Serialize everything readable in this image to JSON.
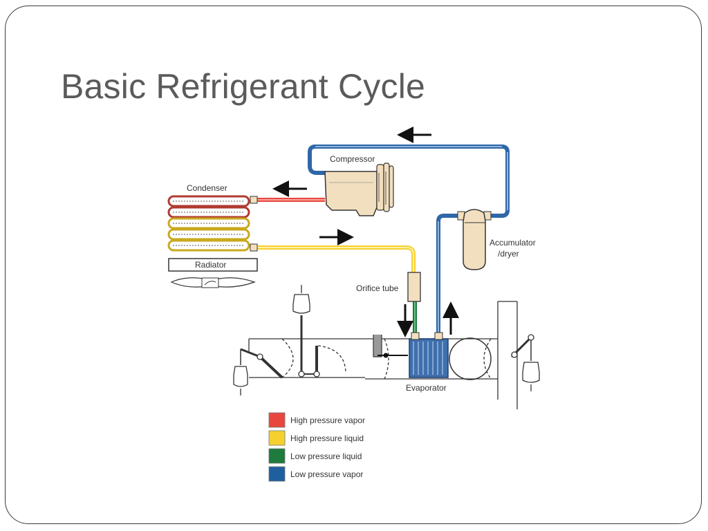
{
  "slide": {
    "title": "Basic Refrigerant Cycle"
  },
  "diagram": {
    "labels": {
      "compressor": "Compressor",
      "condenser": "Condenser",
      "radiator": "Radiator",
      "orifice_tube": "Orifice tube",
      "accumulator_line1": "Accumulator",
      "accumulator_line2": "/dryer",
      "evaporator": "Evaporator"
    },
    "colors": {
      "high_pressure_vapor": "#e8473f",
      "high_pressure_liquid": "#f6d02f",
      "low_pressure_liquid": "#1f7a3e",
      "low_pressure_vapor": "#2f67a8",
      "component_fill": "#f2dfbf"
    }
  },
  "legend": {
    "items": [
      {
        "label": "High pressure vapor",
        "color": "#e8473f"
      },
      {
        "label": "High pressure liquid",
        "color": "#f6d02f"
      },
      {
        "label": "Low pressure liquid",
        "color": "#1f7a3e"
      },
      {
        "label": "Low pressure vapor",
        "color": "#1f5fa0"
      }
    ]
  }
}
